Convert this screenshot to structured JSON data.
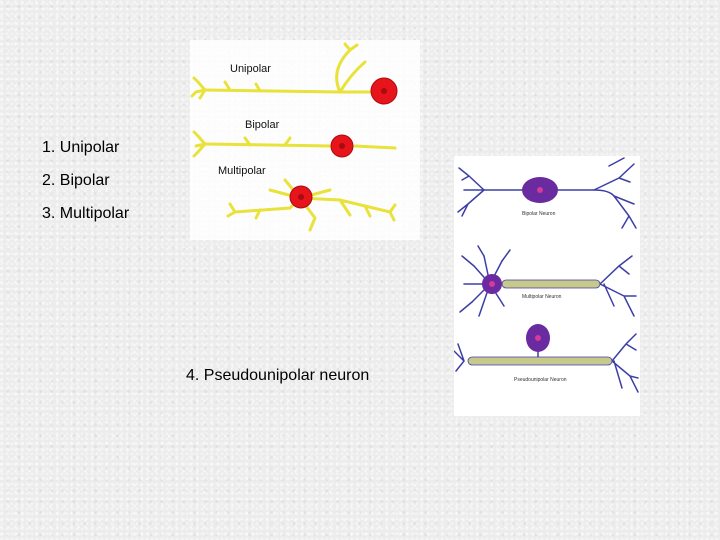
{
  "list": [
    "1. Unipolar",
    "2. Bipolar",
    "3. Multipolar"
  ],
  "caption": "4. Pseudounipolar neuron",
  "top_figure": {
    "labels": [
      "Unipolar",
      "Bipolar",
      "Multipolar"
    ]
  },
  "right_figure": {
    "labels": [
      "Bipolar Neuron",
      "Multipolar Neuron",
      "Pseudounipolar Neuron"
    ]
  },
  "colors": {
    "axon_yellow": "#e8e23a",
    "soma_red": "#e8141c",
    "nucleus_red": "#a80b10",
    "neuron_blue": "#3c3ea8",
    "soma_purple": "#6a2aa0",
    "nucleus_pink": "#d63a9a",
    "myelin_tan": "#c7c98a"
  }
}
